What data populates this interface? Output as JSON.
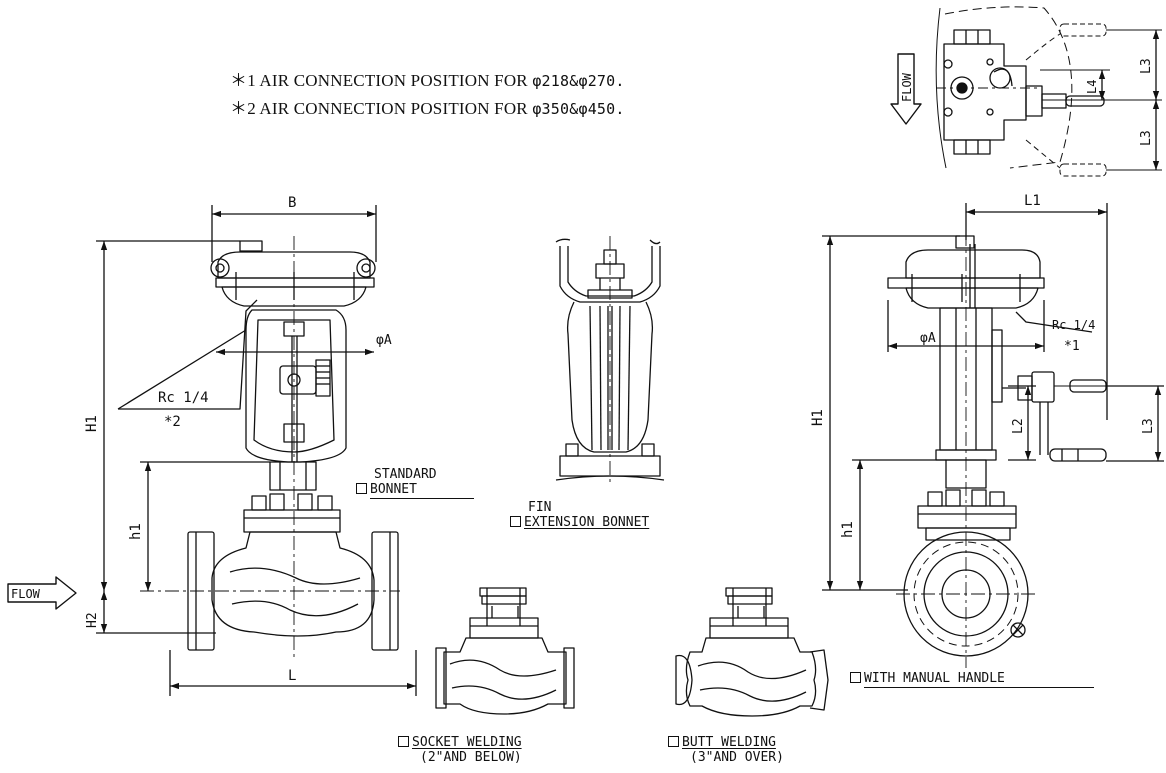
{
  "notes": {
    "note1_prefix": "＊1 AIR CONNECTION POSITION FOR",
    "note1_value": "φ218&φ270.",
    "note2_prefix": "＊2 AIR CONNECTION POSITION FOR",
    "note2_value": "φ350&φ450."
  },
  "labels": {
    "flow_left": "FLOW",
    "flow_top": "FLOW",
    "dim_B": "B",
    "dim_L": "L",
    "dim_H1_left": "H1",
    "dim_h1_left": "h1",
    "dim_H2": "H2",
    "dim_A_left": "φA",
    "rc_left": "Rc 1/4",
    "star2": "*2",
    "dim_L1": "L1",
    "dim_H1_right": "H1",
    "dim_h1_right": "h1",
    "dim_A_right": "φA",
    "rc_right": "Rc 1/4",
    "star1": "*1",
    "dim_L2": "L2",
    "dim_L3_right": "L3",
    "dim_L3_top1": "L3",
    "dim_L3_top2": "L3",
    "dim_L4": "L4"
  },
  "captions": {
    "standard_bonnet_1": "STANDARD",
    "standard_bonnet_2": "BONNET",
    "fin_bonnet_1": "FIN",
    "fin_bonnet_2": "EXTENSION BONNET",
    "socket_welding_1": "SOCKET WELDING",
    "socket_welding_2": "(2\"AND BELOW)",
    "butt_welding_1": "BUTT WELDING",
    "butt_welding_2": "(3\"AND OVER)",
    "manual_handle": "WITH MANUAL HANDLE"
  }
}
